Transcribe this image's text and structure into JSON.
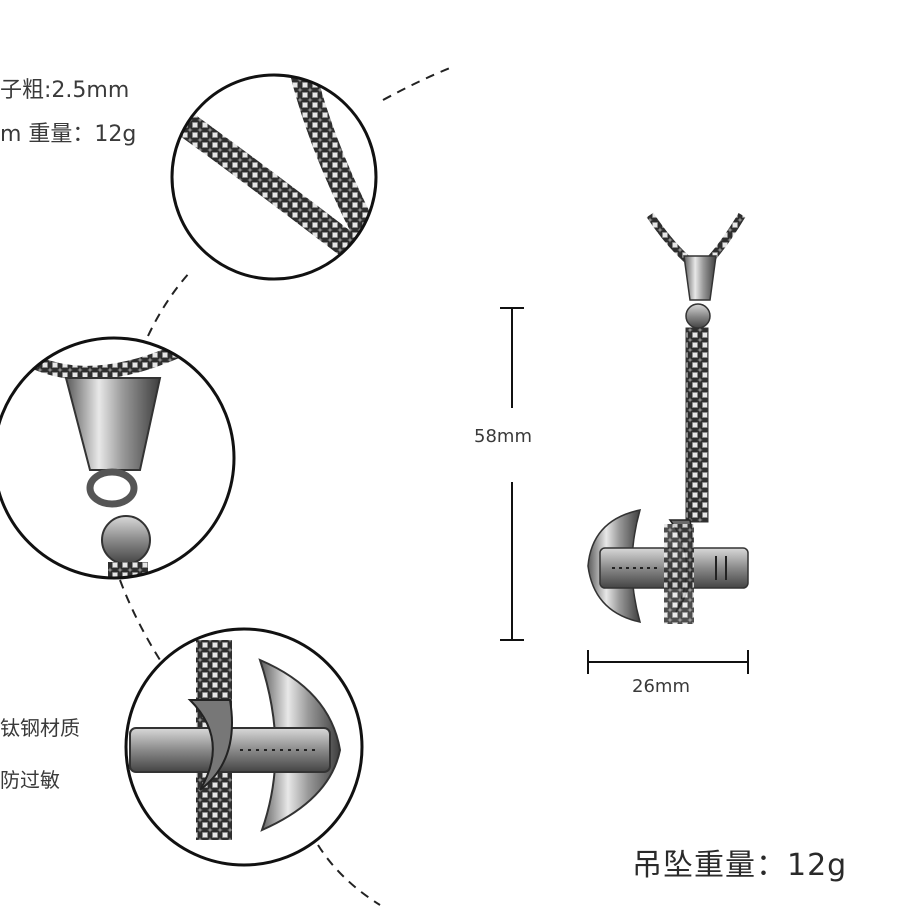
{
  "specs": {
    "chain_thickness": "子粗:2.5mm",
    "chain_weight": "m 重量：12g"
  },
  "material": {
    "line1": "钛钢材质",
    "line2": "防过敏"
  },
  "dimensions": {
    "height": "58mm",
    "width": "26mm"
  },
  "pendant_weight": "吊坠重量：12g"
}
